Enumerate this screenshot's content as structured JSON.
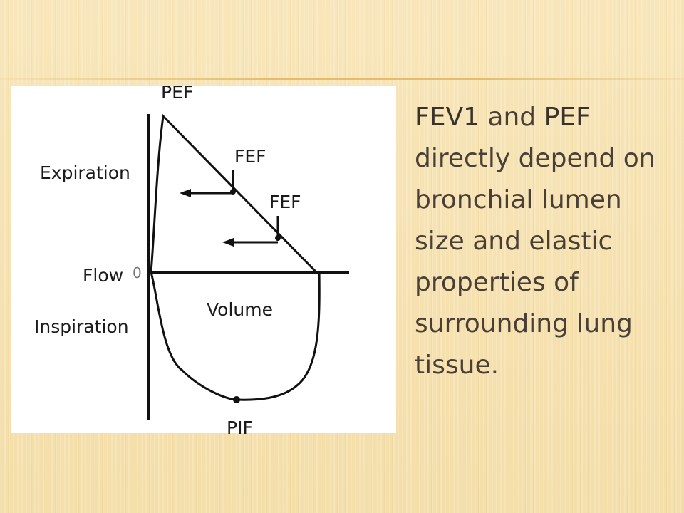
{
  "slide": {
    "diagram": {
      "labels": {
        "pef": "PEF",
        "fef_1": "FEF",
        "fef_2": "FEF",
        "expiration": "Expiration",
        "flow": "Flow",
        "zero": "0",
        "volume": "Volume",
        "inspiration": "Inspiration",
        "pif": "PIF"
      }
    },
    "text": {
      "term_1": "FEV1",
      "connector": " and ",
      "term_2": "PEF",
      "rest": " directly depend on bronchial lumen size and elastic properties of surrounding lung tissue."
    },
    "colors": {
      "background": "#f6e2b2",
      "rule": "#e2b864",
      "text": "#4a3f36",
      "diagram_ink": "#111111"
    }
  }
}
